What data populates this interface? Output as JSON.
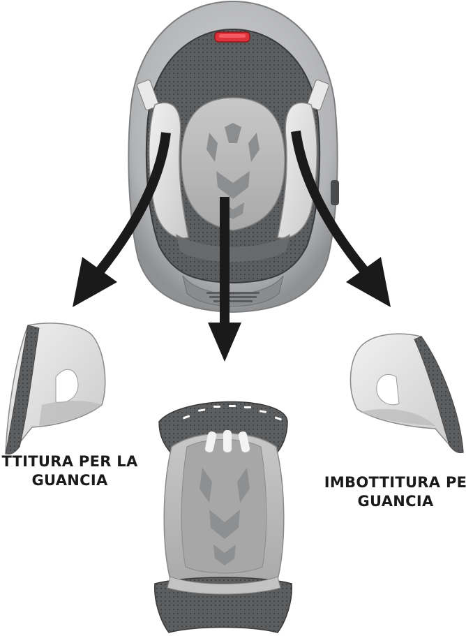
{
  "labels": {
    "left_line1": "TTITURA PER LA",
    "left_line2": "GUANCIA",
    "right_line1": "IMBOTTITURA PE",
    "right_line2": "GUANCIA"
  },
  "colors": {
    "shell": "#b9babc",
    "padding_dark": "#6e6f71",
    "padding_light": "#d8d8d8",
    "accent": "#e0323a",
    "arrow": "#1b1a1a"
  }
}
